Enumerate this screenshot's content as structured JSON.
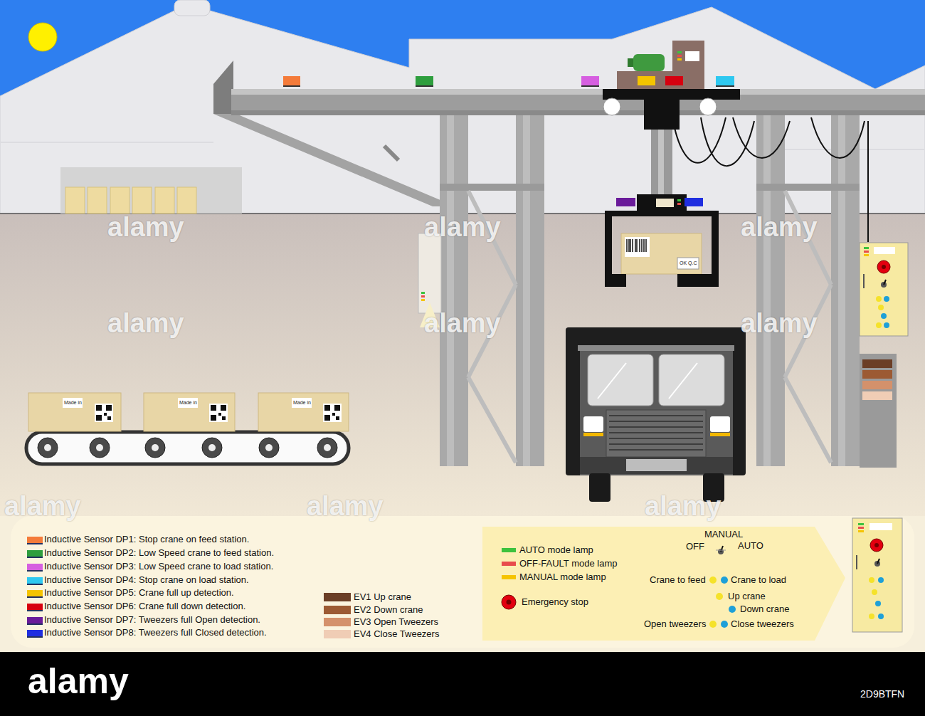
{
  "diagram": {
    "labels": [
      "Made in",
      "Made in",
      "Made in",
      "OK Q.C",
      "MANUAL",
      "OFF",
      "AUTO",
      "Crane to feed",
      "Crane to load",
      "Up crane",
      "Down crane",
      "Open tweezers",
      "Close tweezers",
      "alamy",
      "alamy",
      "alamy",
      "alamy",
      "alamy",
      "alamy",
      "alamy",
      "alamy",
      "alamy",
      "alamy",
      "2D9BTFN"
    ],
    "legend": [
      {
        "text": "Inductive Sensor DP1: Stop crane on feed station.",
        "color": "#f47b3a"
      },
      {
        "text": "Inductive Sensor DP2: Low Speed crane to feed station.",
        "color": "#2e9e3e"
      },
      {
        "text": "Inductive Sensor DP3: Low Speed crane to load station.",
        "color": "#d65fe0"
      },
      {
        "text": "Inductive Sensor DP4: Stop crane on load station.",
        "color": "#2ec8f0"
      },
      {
        "text": "Inductive Sensor DP5: Crane full up detection.",
        "color": "#f5c400"
      },
      {
        "text": "Inductive Sensor DP6: Crane full down detection.",
        "color": "#d7000f"
      },
      {
        "text": "Inductive Sensor DP7: Tweezers full Open detection.",
        "color": "#6a1b9a"
      },
      {
        "text": "Inductive Sensor DP8: Tweezers full Closed detection.",
        "color": "#1f2ee0"
      },
      {
        "text": "EV1 Up crane",
        "color": "#6b3e26"
      },
      {
        "text": "EV2 Down crane",
        "color": "#9c5a33"
      },
      {
        "text": "EV3 Open Tweezers",
        "color": "#d4916b"
      },
      {
        "text": "EV4 Close Tweezers",
        "color": "#f0cdb5"
      },
      {
        "text": "AUTO mode lamp",
        "color": "#3dc23d"
      },
      {
        "text": "OFF-FAULT mode lamp",
        "color": "#e84c4c"
      },
      {
        "text": "MANUAL mode lamp",
        "color": "#f5c400"
      },
      {
        "text": "Emergency stop"
      }
    ]
  }
}
